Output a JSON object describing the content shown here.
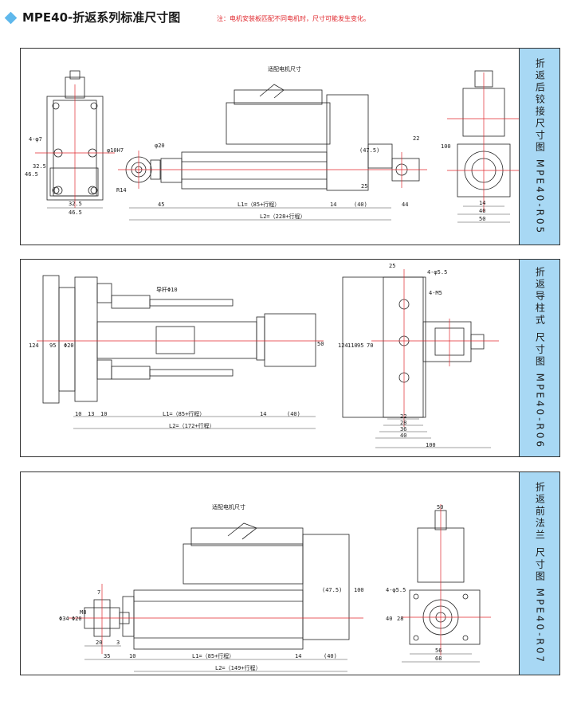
{
  "header": {
    "title": "MPE40-折返系列标准尺寸图",
    "note": "注：电机安装板匹配不同电机时，尺寸可能发生变化。"
  },
  "panels": [
    {
      "side_label": "折返后铰接尺寸图 MPE40-R05",
      "motor_label": "适配电机尺寸",
      "dims": {
        "hole": "4-φ7",
        "d1": "φ10H7",
        "d2": "φ20",
        "r": "R14",
        "v46_5": "46.5",
        "v32_5": "32.5",
        "h32_5": "32.5",
        "h46_5": "46.5",
        "a45": "45",
        "l1": "L1=（85+行程）",
        "a14": "14",
        "a40": "(40)",
        "a44": "44",
        "l2": "L2=（228+行程）",
        "v47_5": "(47.5)",
        "v25": "25",
        "t22": "22",
        "s100": "100",
        "s14": "14",
        "s40": "40",
        "s50": "50"
      }
    },
    {
      "side_label": "折返导柱式 尺寸图 MPE40-R06",
      "dims": {
        "guide": "导杆Φ10",
        "v124": "124",
        "v95": "95",
        "d20": "Φ20",
        "v50": "50",
        "b10": "10",
        "b13": "13",
        "b10b": "10",
        "l1": "L1=（85+行程）",
        "b14": "14",
        "b40": "(40)",
        "l2": "L2=（172+行程）",
        "t25": "25",
        "h1": "4-φ5.5",
        "h2": "4-M5",
        "r124": "124",
        "r110": "110",
        "r95": "95",
        "r70": "70",
        "r22": "22",
        "r28": "28",
        "r36": "36",
        "r40": "40",
        "r100": "100"
      }
    },
    {
      "side_label": "折返前法兰 尺寸图 MPE40-R07",
      "motor_label": "适配电机尺寸",
      "dims": {
        "v7": "7",
        "d34": "Φ34",
        "d20": "Φ20",
        "m8": "M8",
        "v47_5": "(47.5)",
        "v100": "100",
        "h20": "20",
        "h3": "3",
        "h35": "35",
        "h10": "10",
        "l1": "L1=（85+行程）",
        "h14": "14",
        "h40": "(40)",
        "l2": "L2=（149+行程）",
        "s50": "50",
        "hole": "4-φ5.5",
        "s40": "40",
        "s28": "28",
        "s56": "56",
        "s68": "68"
      }
    }
  ]
}
